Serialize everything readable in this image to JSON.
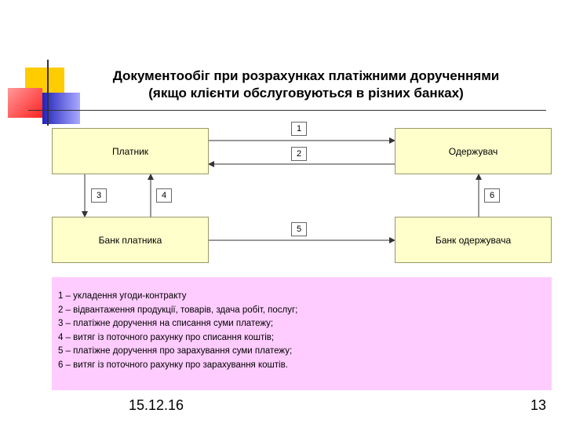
{
  "title": {
    "line1": "Документообіг при розрахунках платіжними дорученнями",
    "line2": "(якщо клієнти обслуговуються в різних банках)"
  },
  "boxes": {
    "payer": "Платник",
    "receiver": "Одержувач",
    "payer_bank": "Банк платника",
    "receiver_bank": "Банк одержувача"
  },
  "arrow_labels": [
    "1",
    "2",
    "3",
    "4",
    "5",
    "6"
  ],
  "legend": [
    "1 – укладення угоди-контракту",
    "2 – відвантаження продукції, товарів, здача робіт, послуг;",
    "3 – платіжне доручення на списання суми платежу;",
    "4 – витяг із поточного рахунку про списання коштів;",
    "5 – платіжне доручення про зарахування суми платежу;",
    "6 – витяг із поточного рахунку про зарахування коштів."
  ],
  "footer": {
    "date": "15.12.16",
    "page": "13"
  },
  "colors": {
    "box_fill": "#ffffcc",
    "legend_fill": "#ffccff",
    "deco_yellow": "#ffcc00",
    "deco_red": "#ff3333",
    "deco_blue": "#3333cc"
  }
}
